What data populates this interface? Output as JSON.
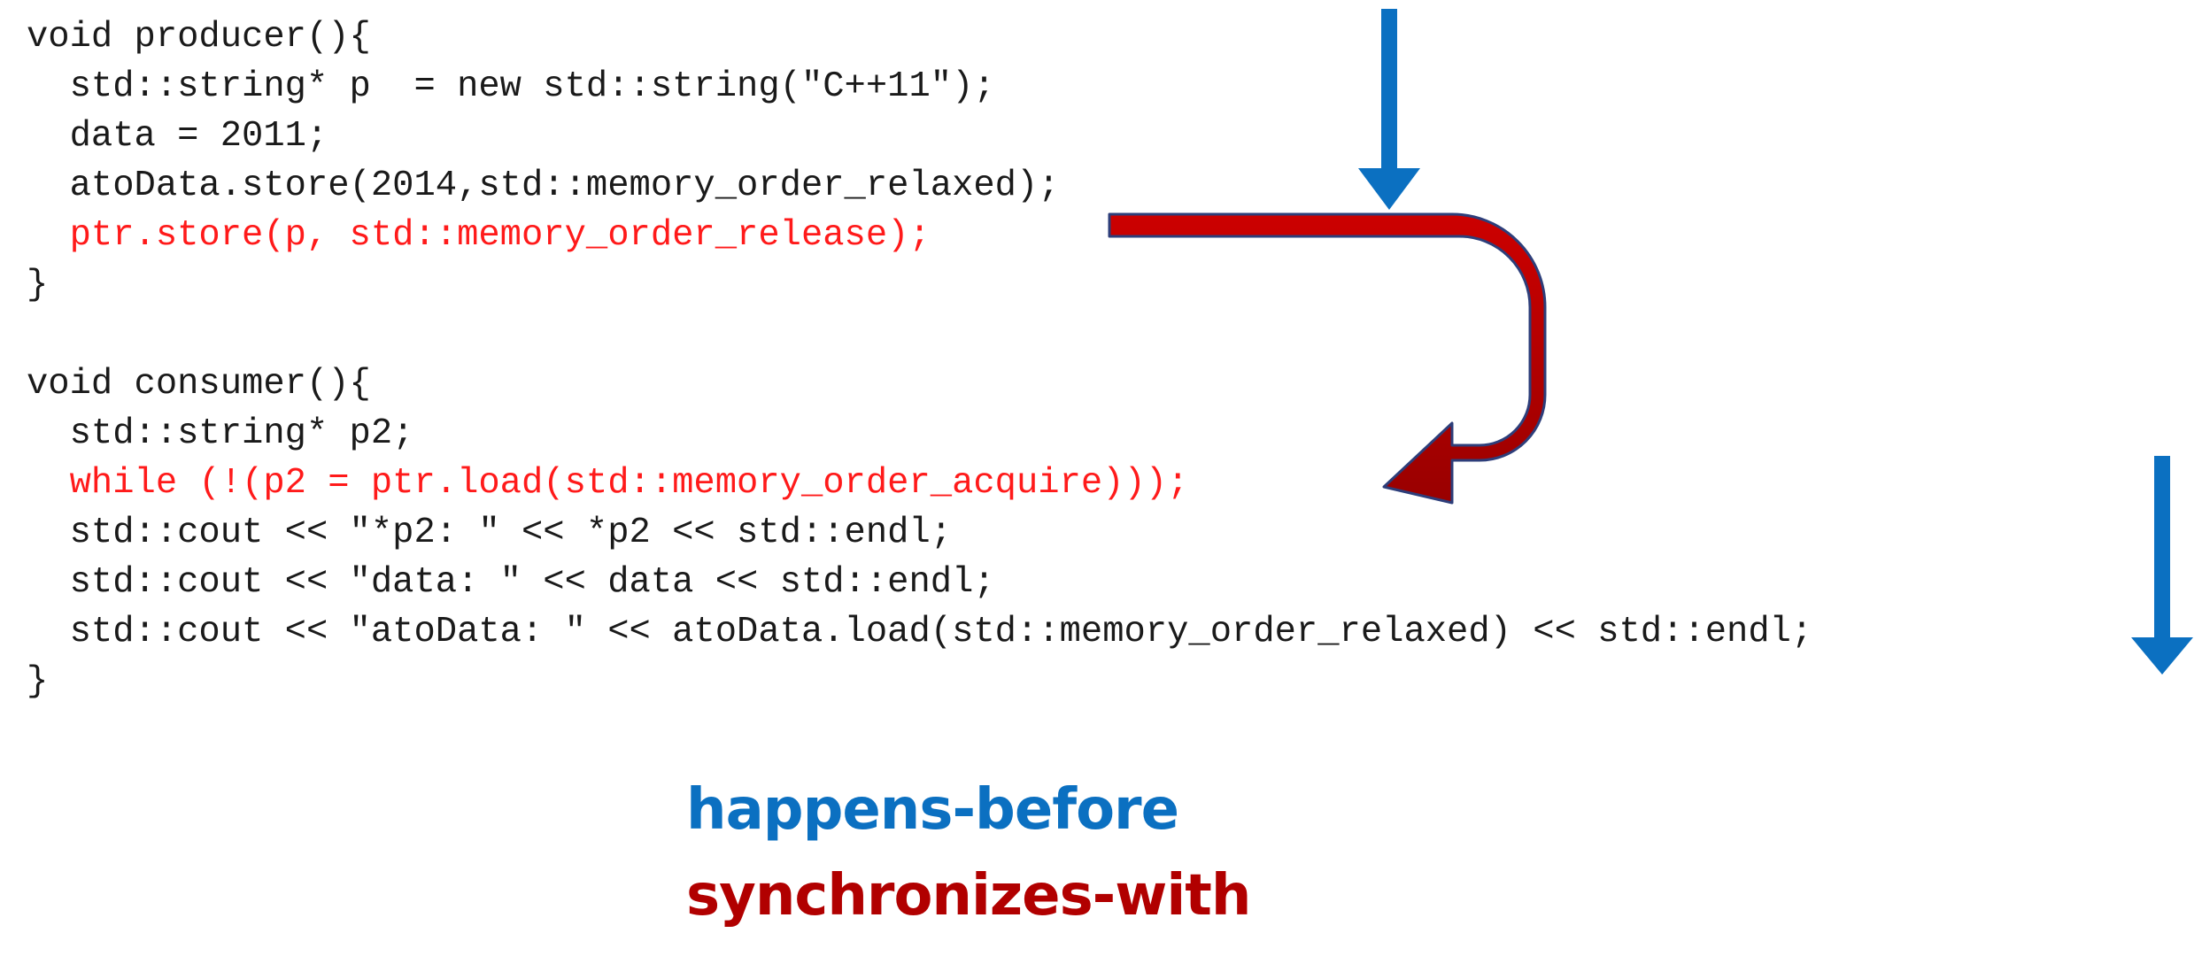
{
  "code_lines": [
    {
      "text": "void producer(){",
      "highlight": false
    },
    {
      "text": "  std::string* p  = new std::string(\"C++11\");",
      "highlight": false
    },
    {
      "text": "  data = 2011;",
      "highlight": false
    },
    {
      "text": "  atoData.store(2014,std::memory_order_relaxed);",
      "highlight": false
    },
    {
      "text": "  ptr.store(p, std::memory_order_release);",
      "highlight": true
    },
    {
      "text": "}",
      "highlight": false
    },
    {
      "text": "",
      "highlight": false
    },
    {
      "text": "void consumer(){",
      "highlight": false
    },
    {
      "text": "  std::string* p2;",
      "highlight": false
    },
    {
      "text": "  while (!(p2 = ptr.load(std::memory_order_acquire)));",
      "highlight": true
    },
    {
      "text": "  std::cout << \"*p2: \" << *p2 << std::endl;",
      "highlight": false
    },
    {
      "text": "  std::cout << \"data: \" << data << std::endl;",
      "highlight": false
    },
    {
      "text": "  std::cout << \"atoData: \" << atoData.load(std::memory_order_relaxed) << std::endl;",
      "highlight": false
    },
    {
      "text": "}",
      "highlight": false
    }
  ],
  "legend": {
    "happens_before": "happens-before",
    "synchronizes_with": "synchronizes-with"
  },
  "colors": {
    "code_text": "#1a1a1a",
    "highlight_text": "#ff1a1a",
    "happens_before": "#0b70c1",
    "synchronizes_with": "#b10000"
  }
}
